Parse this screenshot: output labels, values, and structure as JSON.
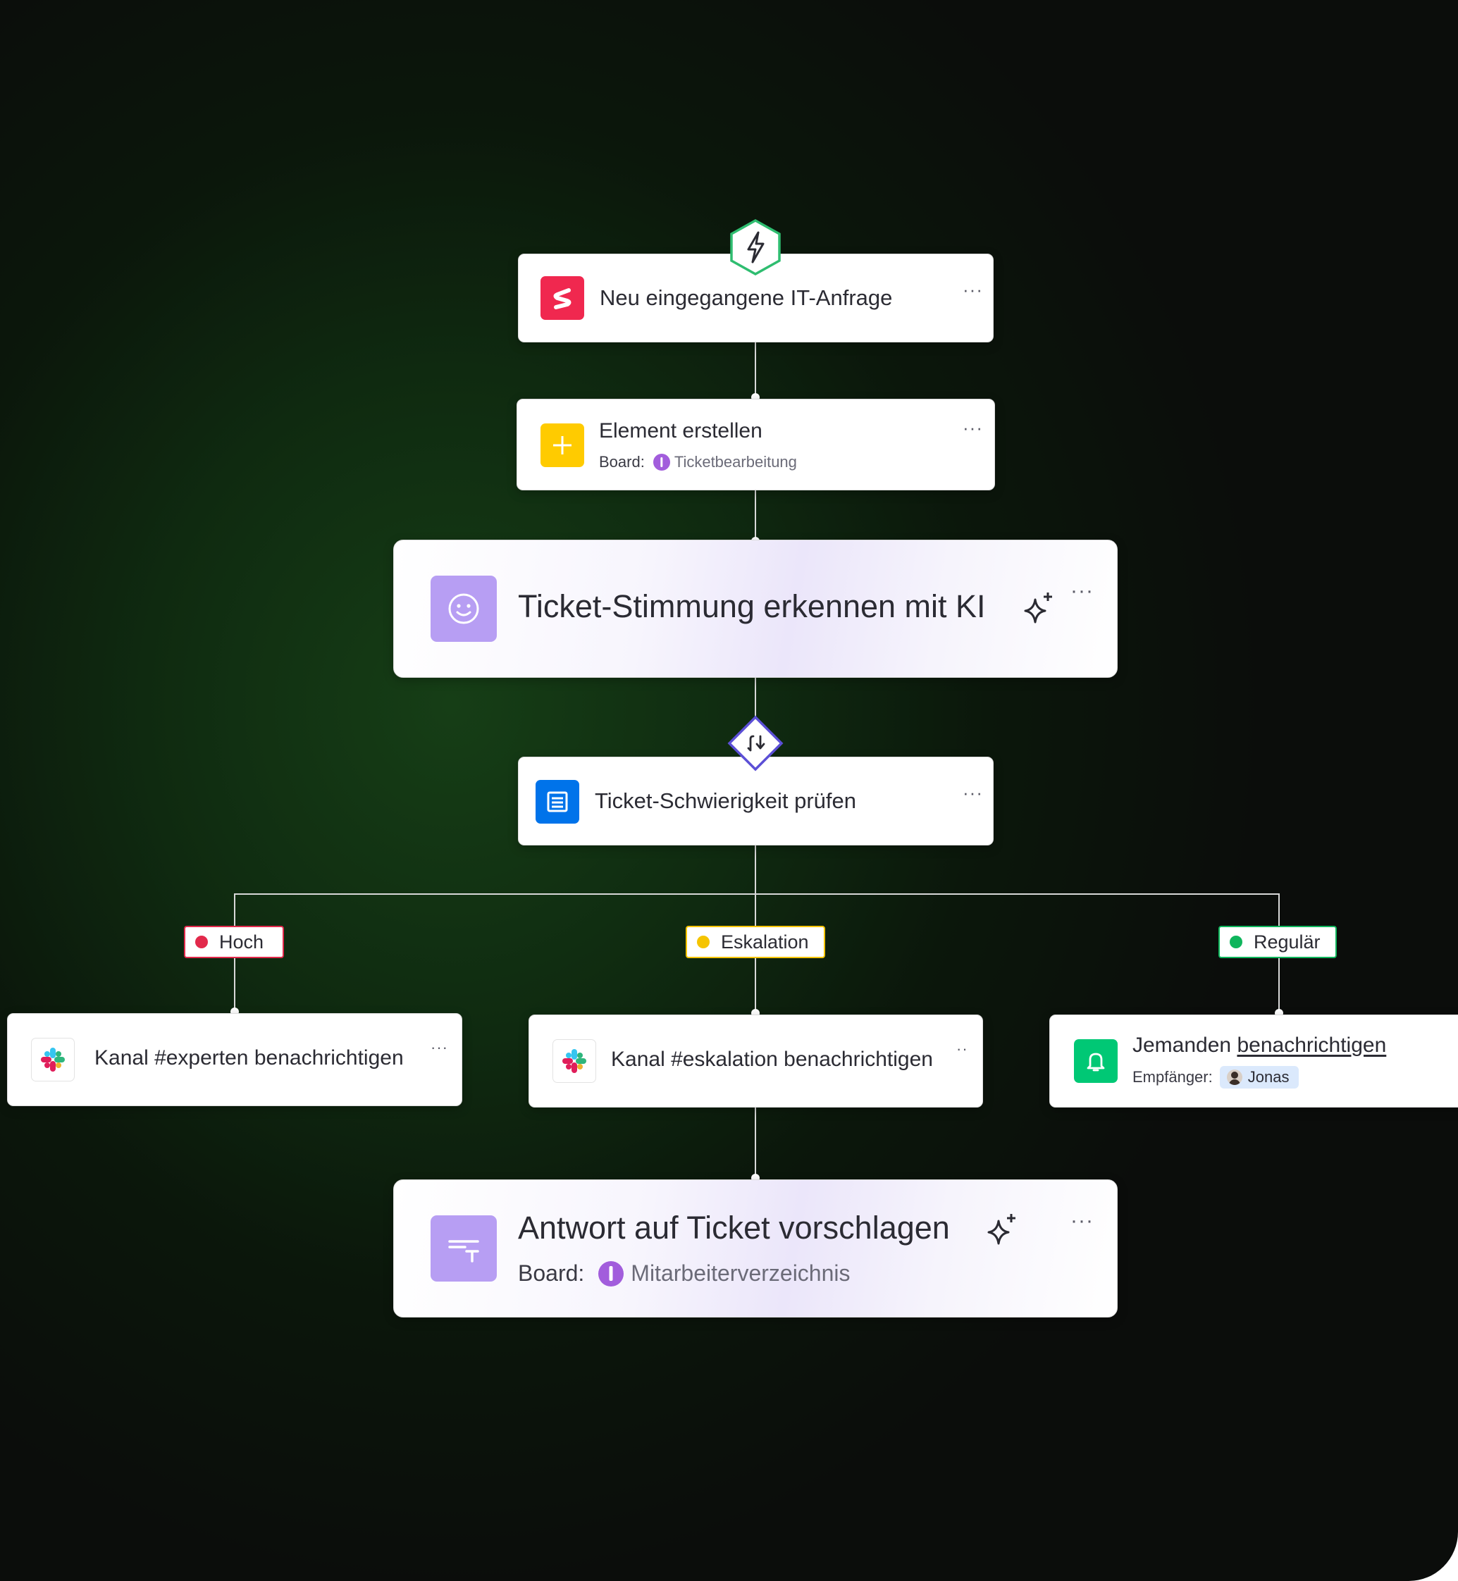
{
  "trigger": {
    "icon": "lightning-bolt-icon",
    "app_icon": "app-s-logo-icon",
    "title": "Neu eingegangene IT-Anfrage",
    "more": "···"
  },
  "create_item": {
    "icon": "plus-icon",
    "title": "Element erstellen",
    "board_label": "Board:",
    "board_name": "Ticketbearbeitung",
    "more": "···"
  },
  "sentiment": {
    "icon": "smiley-face-icon",
    "title": "Ticket-Stimmung erkennen mit KI",
    "more": "···"
  },
  "condition": {
    "icon": "condition-branch-icon",
    "title": "Ticket-Schwierigkeit prüfen",
    "more": "···"
  },
  "branches": [
    {
      "label": "Hoch",
      "color": "#e2294b"
    },
    {
      "label": "Eskalation",
      "color": "#f5c400"
    },
    {
      "label": "Regulär",
      "color": "#0fb55c"
    }
  ],
  "notify_experts": {
    "icon": "slack-icon",
    "title": "Kanal #experten benachrichtigen",
    "more": "···"
  },
  "notify_escalation": {
    "icon": "slack-icon",
    "title": "Kanal #eskalation benachrichtigen",
    "more": "··"
  },
  "notify_person": {
    "icon": "bell-icon",
    "title_plain": "Jemanden",
    "title_link": "benachrichtigen",
    "recipient_label": "Empfänger:",
    "recipient_name": "Jonas"
  },
  "suggest_reply": {
    "icon": "text-format-icon",
    "title": "Antwort auf Ticket vorschlagen",
    "board_label": "Board:",
    "board_name": "Mitarbeiterverzeichnis",
    "more": "···"
  },
  "colors": {
    "trigger_app": "#f0284f",
    "create_item": "#ffcb00",
    "ai_icon": "#b79ef3",
    "condition": "#0073ea",
    "notify_person": "#00c875",
    "hex_border": "#2fbd70",
    "diamond_border": "#5b4fd6"
  }
}
